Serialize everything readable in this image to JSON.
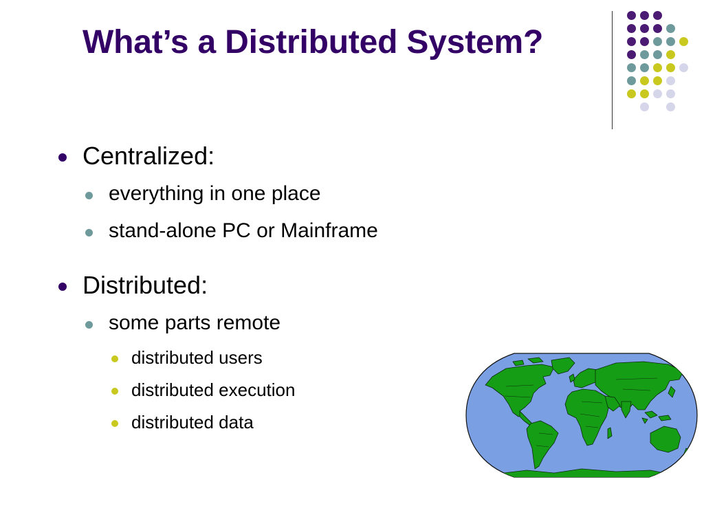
{
  "slide": {
    "title": "What’s a Distributed System?",
    "colors": {
      "title": "#330066",
      "purple": "#4B1A72",
      "teal": "#6F9A9C",
      "olive": "#C8C81E",
      "lavender": "#D6D6EA",
      "ocean": "#7B9FE3",
      "land": "#159E15"
    },
    "bullets": [
      {
        "label": "Centralized:",
        "children": [
          {
            "label": "everything in one place"
          },
          {
            "label": "stand-alone PC or Mainframe"
          }
        ]
      },
      {
        "label": "Distributed:",
        "children": [
          {
            "label": "some parts remote",
            "children": [
              {
                "label": "distributed users"
              },
              {
                "label": "distributed execution"
              },
              {
                "label": "distributed data"
              }
            ]
          }
        ]
      }
    ],
    "images": {
      "world_map": "world-map-icon"
    }
  }
}
